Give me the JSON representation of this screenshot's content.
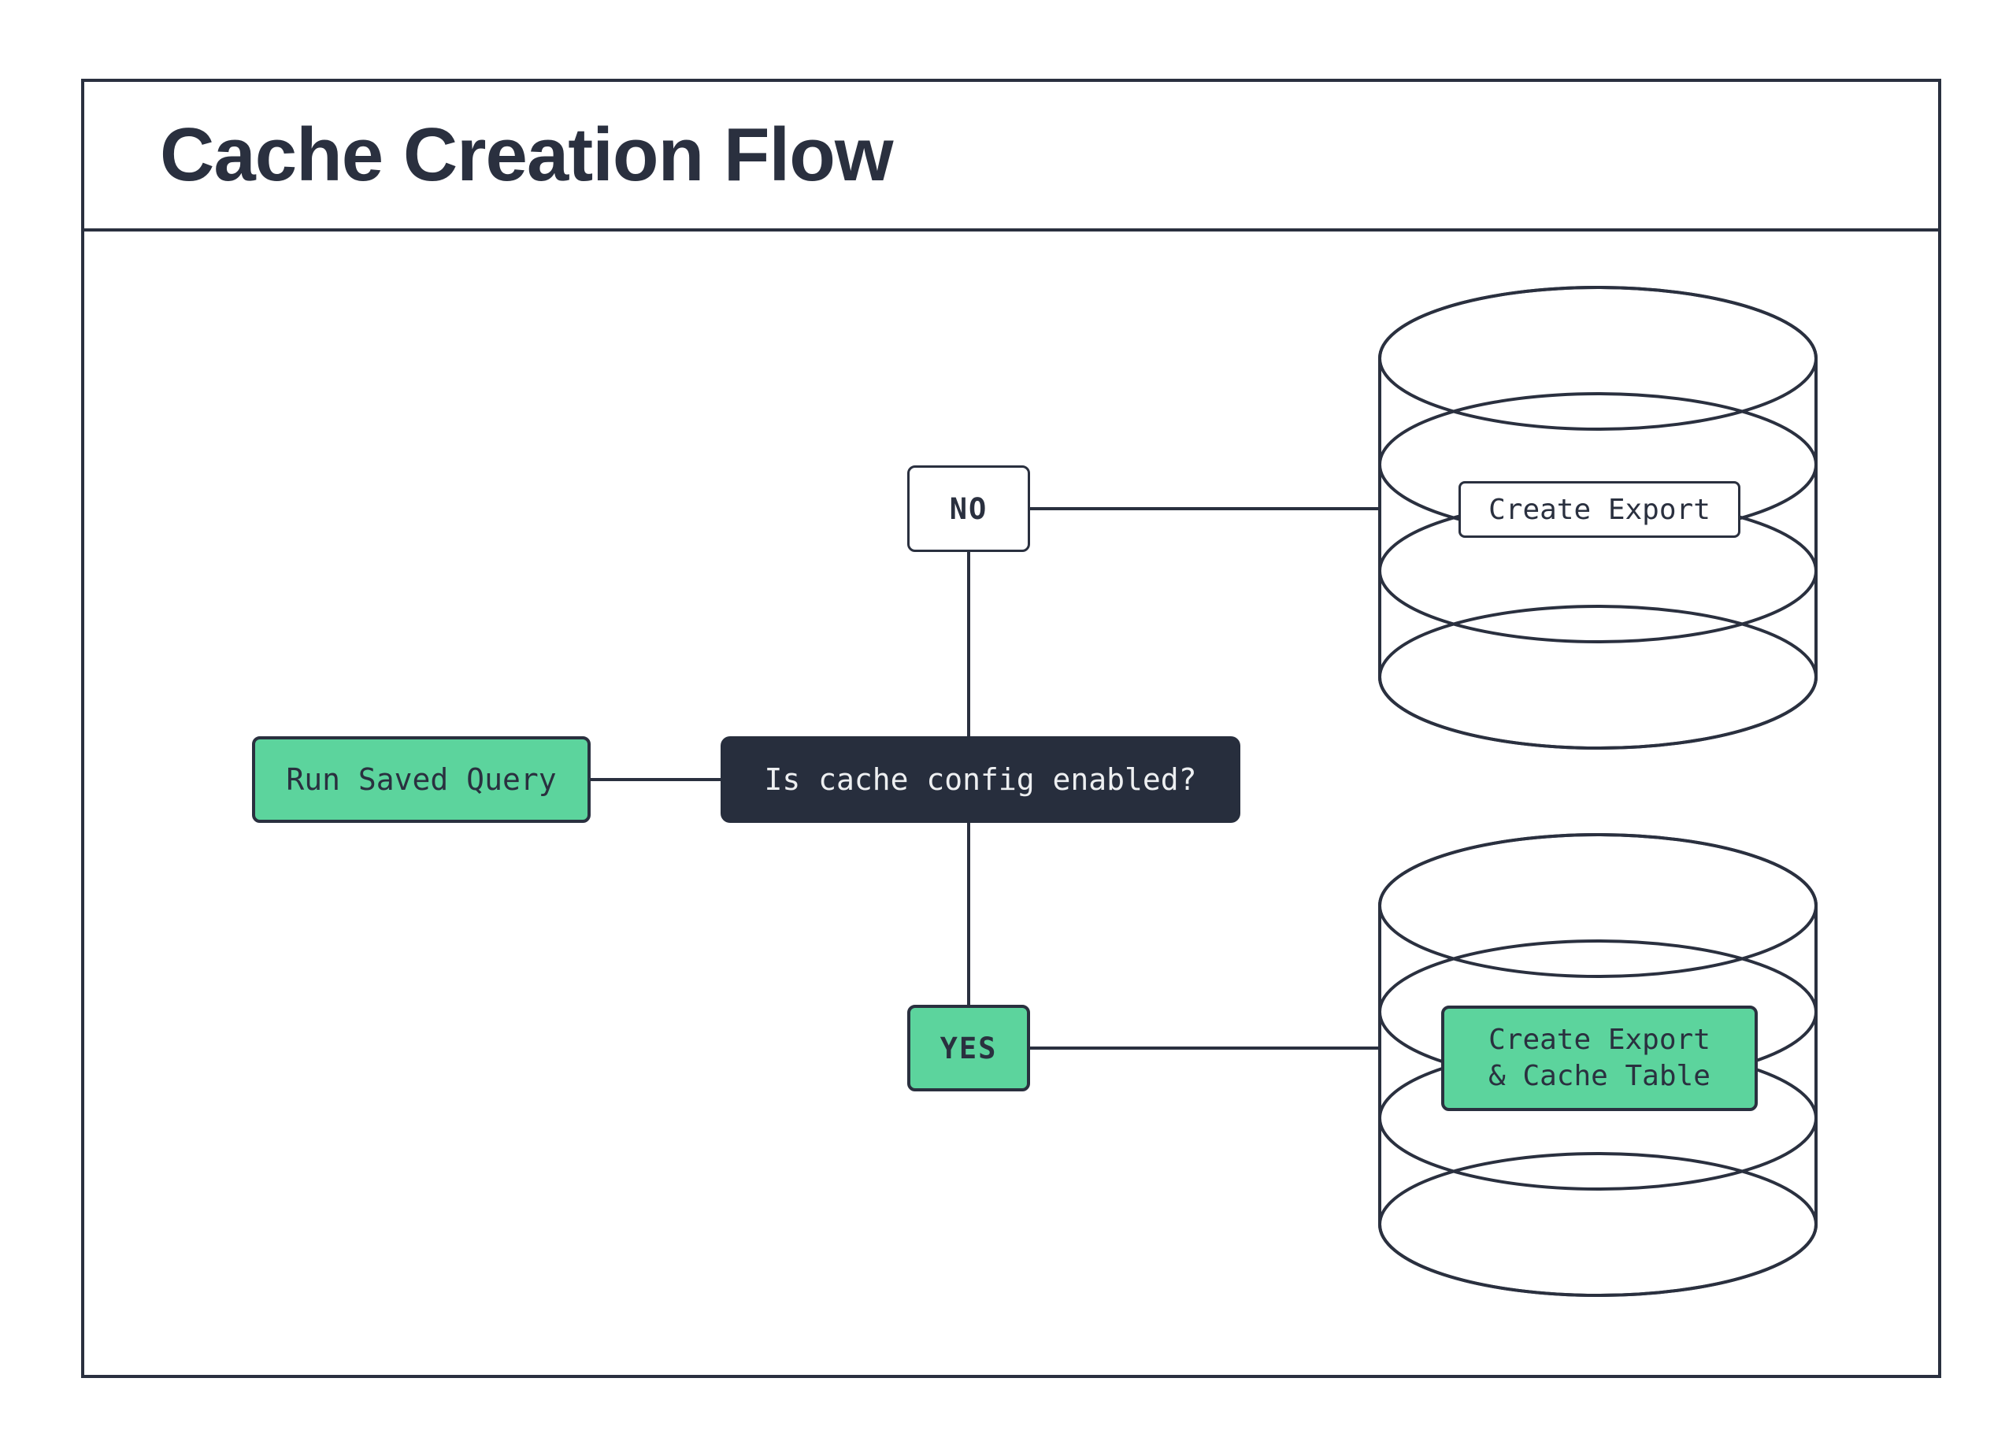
{
  "window": {
    "title": "Cache Creation Flow"
  },
  "palette": {
    "ink": "#2a303f",
    "green": "#5cd49d",
    "dark_bg": "#272e3d",
    "light_text": "#edeff1",
    "paper": "#ffffff"
  },
  "flow": {
    "start": {
      "label": "Run Saved Query"
    },
    "decision": {
      "label": "Is cache config enabled?"
    },
    "branch_no": {
      "label": "NO"
    },
    "branch_yes": {
      "label": "YES"
    },
    "no_result_db": {
      "label": "Create Export"
    },
    "yes_result_db": {
      "line1": "Create Export",
      "line2": "& Cache Table"
    }
  }
}
